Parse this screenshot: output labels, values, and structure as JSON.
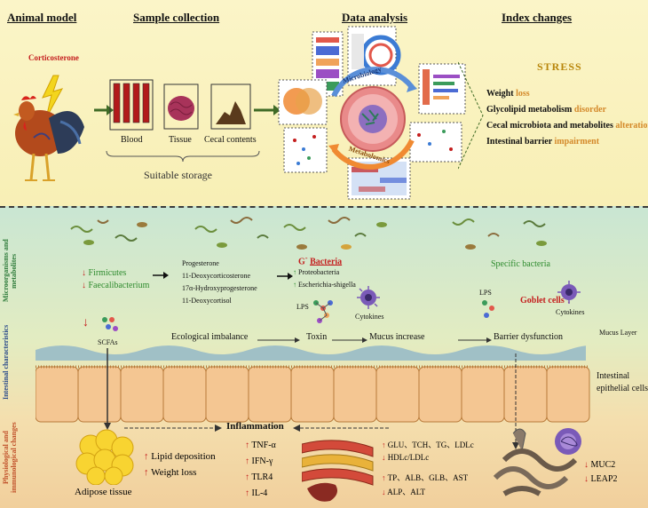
{
  "top": {
    "titles": {
      "animal_model": "Animal model",
      "sample_collection": "Sample collection",
      "data_analysis": "Data analysis",
      "index_changes": "Index changes"
    },
    "corticosterone": "Corticosterone",
    "samples": [
      "Blood",
      "Tissue",
      "Cecal contents"
    ],
    "storage": "Suitable storage",
    "microbiology": "Microbiology",
    "metabolomics": "Metabolomics",
    "stress": "STRESS",
    "index": [
      {
        "base": "Weight ",
        "accent": "loss"
      },
      {
        "base": "Glycolipid metabolism ",
        "accent": "disorder"
      },
      {
        "base": "Cecal microbiota and metabolites ",
        "accent": "alteration"
      },
      {
        "base": "Intestinal barrier ",
        "accent": "impairment"
      }
    ]
  },
  "side_labels": {
    "micro": "Microorganisms and metabolites",
    "intestinal": "Intestinal characteristics",
    "physio": "Physiological and immunological changes"
  },
  "micro": {
    "firmicutes": "Firmicutes",
    "faecalibacterium": "Faecalibacterium",
    "steroids": [
      "Progesterone",
      "11-Deoxycorticosterone",
      "17α-Hydroxyprogesterone",
      "11-Deoxycortisol"
    ],
    "gneg": "G",
    "gneg_sup": "-",
    "bacteria": "Bacteria",
    "proteobacteria": "Proteobacteria",
    "escherichia": "Escherichia-shigella",
    "lps": "LPS",
    "cytokines": "Cytokines",
    "specific": "Specific bacteria",
    "lps2": "LPS",
    "goblet": "Goblet cells",
    "cytokines2": "Cytokines"
  },
  "intestinal": {
    "scfas": "SCFAs",
    "ecological": "Ecological imbalance",
    "toxin": "Toxin",
    "mucus_increase": "Mucus increase",
    "barrier": "Barrier dysfunction",
    "mucus_layer": "Mucus Layer",
    "epithelial_1": "Intestinal",
    "epithelial_2": "epithelial cells"
  },
  "physio": {
    "inflammation": "Inflammation",
    "lipid": "Lipid deposition",
    "weight": "Weight loss",
    "adipose": "Adipose tissue",
    "cytokines": [
      "TNF-α",
      "IFN-γ",
      "TLR4",
      "IL-4"
    ],
    "blood_up_1": "GLU、TCH、TG、LDLc",
    "blood_up_2": "HDLc/LDLc",
    "blood_down_1": "TP、ALB、GLB、AST",
    "blood_down_2": "ALP、ALT",
    "muc2": "MUC2",
    "leap2": "LEAP2"
  },
  "colors": {
    "green_arrow": "#3f6b26",
    "accent": "#d4892a",
    "red_arrow": "#c41e1e",
    "green_up": "#2e8b2e"
  }
}
